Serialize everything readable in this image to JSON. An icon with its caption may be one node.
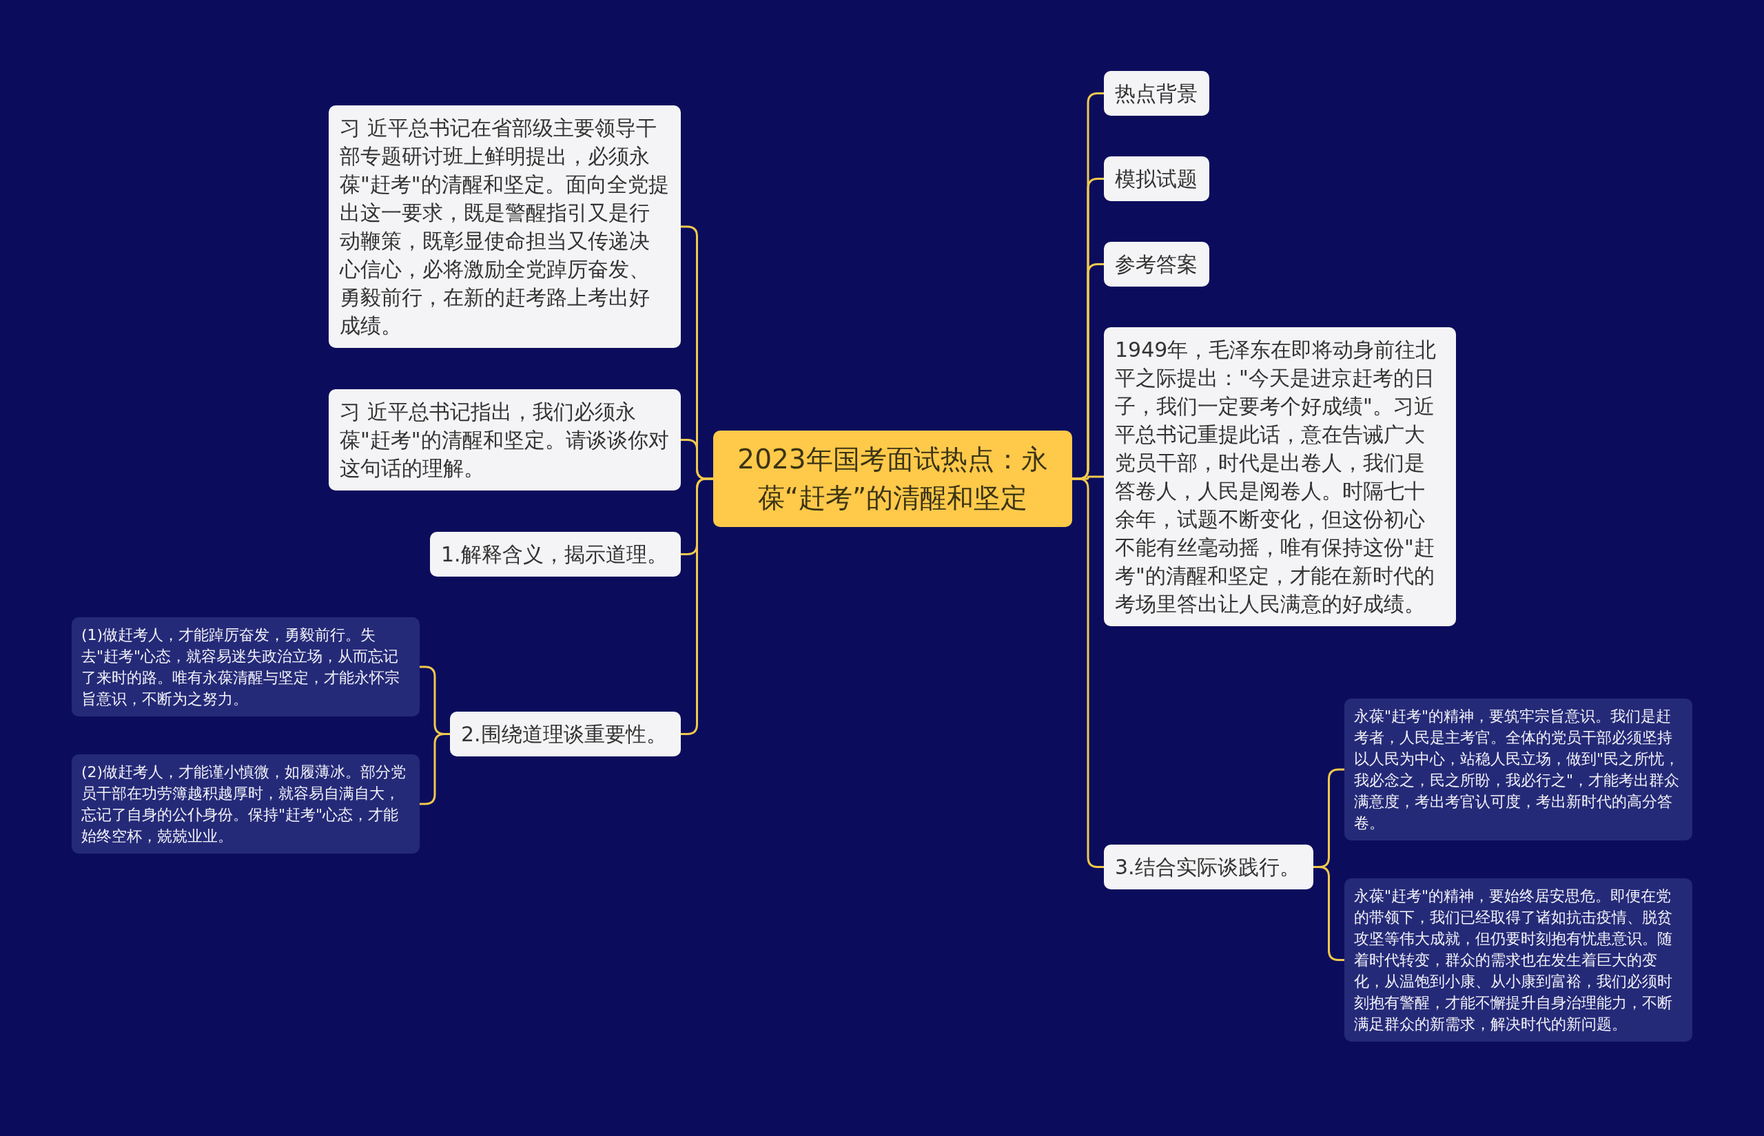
{
  "diagram": {
    "nodes": [
      {
        "text": [
          "2023年国考面试热点：永葆“赶考”的清醒和坚定"
        ]
      },
      {
        "text": [
          "习 近平总书记在省部级主要领导干部专题研讨班上鲜明提出，必须永葆\"赶考\"的清醒和坚定。面向全党提出这一要求，既是警醒指引又是行动鞭策，既彰显使命担当又传递决心信心，必将激励全党踔厉奋发、勇毅前行，在新的赶考路上考出好成绩。"
        ]
      },
      {
        "text": [
          "习 近平总书记指出，我们必须永葆\"赶考\"的清醒和坚定。请谈谈你对这句话的理解。"
        ]
      },
      {
        "text": [
          "1.解释含义，揭示道理。"
        ]
      },
      {
        "text": [
          "2.围绕道理谈重要性。"
        ]
      },
      {
        "text": [
          "(1)做赶考人，才能踔厉奋发，勇毅前行。失去\"赶考\"心态，就容易迷失政治立场，从而忘记了来时的路。唯有永葆清醒与坚定，才能永怀宗旨意识，不断为之努力。"
        ]
      },
      {
        "text": [
          "(2)做赶考人，才能谨小慎微，如履薄冰。部分党员干部在功劳簿越积越厚时，就容易自满自大，忘记了自身的公仆身份。保持\"赶考\"心态，才能始终空杯，兢兢业业。"
        ]
      },
      {
        "text": [
          "热点背景"
        ]
      },
      {
        "text": [
          "模拟试题"
        ]
      },
      {
        "text": [
          "参考答案"
        ]
      },
      {
        "text": [
          "1949年，毛泽东在即将动身前往北平之际提出：\"今天是进京赶考的日子，我们一定要考个好成绩\"。习近平总书记重提此话，意在告诫广大党员干部，时代是出卷人，我们是答卷人，人民是阅卷人。时隔七十余年，试题不断变化，但这份初心不能有丝毫动摇，唯有保持这份\"赶考\"的清醒和坚定，才能在新时代的考场里答出让人民满意的好成绩。"
        ]
      },
      {
        "text": [
          "3.结合实际谈践行。"
        ]
      },
      {
        "text": [
          "永葆\"赶考\"的精神，要筑牢宗旨意识。我们是赶考者，人民是主考官。全体的党员干部必须坚持以人民为中心，站稳人民立场，做到\"民之所忧，我必念之，民之所盼，我必行之\"，才能考出群众满意度，考出考官认可度，考出新时代的高分答卷。"
        ]
      },
      {
        "text": [
          "永葆\"赶考\"的精神，要始终居安思危。即便在党的带领下，我们已经取得了诸如抗击疫情、脱贫攻坚等伟大成就，但仍要时刻抱有忧患意识。随着时代转变，群众的需求也在发生着巨大的变化，从温饱到小康、从小康到富裕，我们必须时刻抱有警醒，才能不懈提升自身治理能力，不断满足群众的新需求，解决时代的新问题。"
        ]
      }
    ],
    "edges": [
      {
        "from": 0,
        "to": 1,
        "arrow": "none"
      },
      {
        "from": 0,
        "to": 2,
        "arrow": "none"
      },
      {
        "from": 0,
        "to": 3,
        "arrow": "none"
      },
      {
        "from": 0,
        "to": 4,
        "arrow": "none"
      },
      {
        "from": 4,
        "to": 5,
        "arrow": "none"
      },
      {
        "from": 4,
        "to": 6,
        "arrow": "none"
      },
      {
        "from": 0,
        "to": 7,
        "arrow": "none"
      },
      {
        "from": 0,
        "to": 8,
        "arrow": "none"
      },
      {
        "from": 0,
        "to": 9,
        "arrow": "none"
      },
      {
        "from": 0,
        "to": 10,
        "arrow": "none"
      },
      {
        "from": 0,
        "to": 11,
        "arrow": "none"
      },
      {
        "from": 11,
        "to": 12,
        "arrow": "none"
      },
      {
        "from": 11,
        "to": 13,
        "arrow": "none"
      }
    ]
  }
}
